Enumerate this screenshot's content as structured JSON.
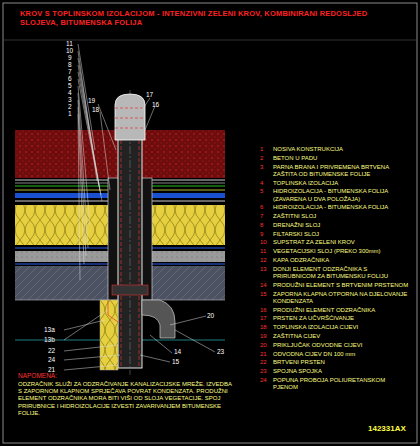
{
  "diagram": {
    "title": "KROV S TOPLINSKOM IZOLACIJOM - INTENZIVNI ZELENI KROV, KOMBINIRANI REDOSLJED SLOJEVA, BITUMENSKA FOLIJA",
    "labels": [
      "11",
      "10",
      "9",
      "8",
      "7",
      "6",
      "5",
      "4",
      "3",
      "2",
      "1",
      "19",
      "18",
      "17",
      "16",
      "20",
      "13a",
      "13b",
      "22",
      "24",
      "21",
      "15",
      "14",
      "23",
      "1",
      "NOSIVA KONSTRUKCIJA",
      "2",
      "BETON U PADU",
      "3",
      "PARNA BRANA I PRIVREMENA BRTVENA ZAŠTITA OD BITUMENSKE FOLIJE",
      "4",
      "TOPLINSKA IZOLACIJA",
      "5",
      "HIDROIZOLACIJA - BITUMENSKA FOLIJA (ZAVARENA U DVA POLOŽAJA)",
      "6",
      "HIDROIZOLACIJA - BITUMENSKA FOLIJA",
      "7",
      "ZAŠTITNI SLOJ",
      "8",
      "DRENAŽNI SLOJ",
      "9",
      "FILTARSKI SLOJ",
      "10",
      "SUPSTRAT ZA ZELENI KROV",
      "11",
      "VEGETACIJSKI SLOJ (PREKO 300mm)",
      "12",
      "KAPA ODZRAČNIKA",
      "13",
      "DONJI ELEMENT ODZRAČNIKA S PRIRUBNICOM ZA BITUMENSKU FOLIJU",
      "14",
      "PRODUŽNI ELEMENT S BRTVENIM PRSTENOM",
      "15",
      "ZAPORNA KLAPNA OTPORNA NA DJELOVANJE KONDENZATA",
      "16",
      "PRODUŽNI ELEMENT ODZRAČNIKA",
      "17",
      "PRSTEN ZA UČVRŠĆIVANJE",
      "18",
      "TOPLINSKA IZOLACIJA CIJEVI",
      "19",
      "ZAŠTITNA CIJEV",
      "20",
      "PRIKLJUČAK ODVODNE CIJEVI",
      "21",
      "ODVODNA CIJEV DN 100 mm",
      "22",
      "BRTVENI PRSTEN",
      "23",
      "SPOJNA SPOJKA",
      "24",
      "POPUNA PROBOJA POLIURETANSKOM PJENOM",
      "NAPOMENA:",
      "ODZRAČNIK SLUŽI ZA ODZRAČIVANJE KANALIZACIJSKE MREŽE. IZVEDBA S ZAPORNOM KLAPNOM SPRJEČAVA POVRAT KONDENZATA. PRODUŽNI ELEMENT ODZRAČNIKA MORA BITI VIŠI OD SLOJA VEGETACIJE. SPOJ PRIRUBNICE I HIDROIZOLACIJE IZVESTI ZAVARIVANJEM BITUMENSKE FOLIJE.",
      "142331AX"
    ]
  }
}
